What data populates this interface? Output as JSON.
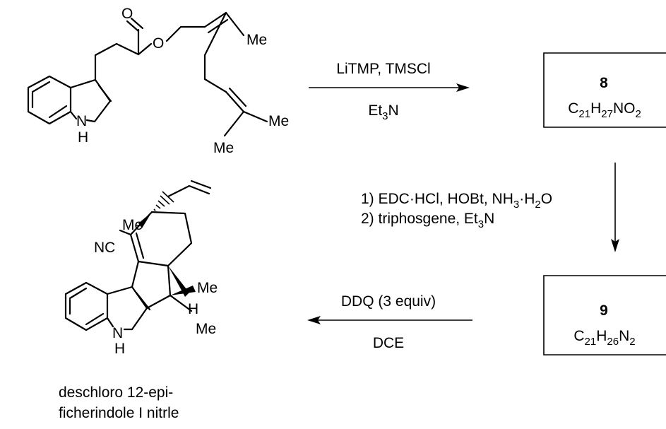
{
  "starting_material": {
    "atoms": {
      "carbonyl_o": "O",
      "ester_o": "O",
      "indole_nh_n": "N",
      "indole_nh_h": "H",
      "me_upper": "Me",
      "me_right": "Me",
      "me_lower": "Me"
    }
  },
  "step1": {
    "reagent_top": "LiTMP, TMSCl",
    "reagent_bottom_main": "Et",
    "reagent_bottom_sub": "3",
    "reagent_bottom_tail": "N"
  },
  "compound8": {
    "label": "8",
    "formula": [
      {
        "t": "C",
        "s": false
      },
      {
        "t": "21",
        "s": true
      },
      {
        "t": "H",
        "s": false
      },
      {
        "t": "27",
        "s": true
      },
      {
        "t": "NO",
        "s": false
      },
      {
        "t": "2",
        "s": true
      }
    ]
  },
  "step2": {
    "line1": [
      {
        "t": "1) EDC",
        "s": false
      },
      {
        "t": "·",
        "s": false
      },
      {
        "t": "HCl, HOBt, NH",
        "s": false
      },
      {
        "t": "3",
        "s": true
      },
      {
        "t": "·",
        "s": false
      },
      {
        "t": "H",
        "s": false
      },
      {
        "t": "2",
        "s": true
      },
      {
        "t": "O",
        "s": false
      }
    ],
    "line2": [
      {
        "t": "2) triphosgene, Et",
        "s": false
      },
      {
        "t": "3",
        "s": true
      },
      {
        "t": "N",
        "s": false
      }
    ]
  },
  "compound9": {
    "label": "9",
    "formula": [
      {
        "t": "C",
        "s": false
      },
      {
        "t": "21",
        "s": true
      },
      {
        "t": "H",
        "s": false
      },
      {
        "t": "26",
        "s": true
      },
      {
        "t": "N",
        "s": false
      },
      {
        "t": "2",
        "s": true
      }
    ]
  },
  "step3": {
    "reagent_top": "DDQ (3 equiv)",
    "reagent_bottom": "DCE"
  },
  "product": {
    "atoms": {
      "me_top": "Me",
      "nc": "NC",
      "h_ring": "H",
      "me_upper": "Me",
      "me_lower": "Me",
      "nh_n": "N",
      "nh_h": "H"
    },
    "name_line1": "deschloro 12-epi-",
    "name_line2": "ficherindole I nitrle"
  }
}
